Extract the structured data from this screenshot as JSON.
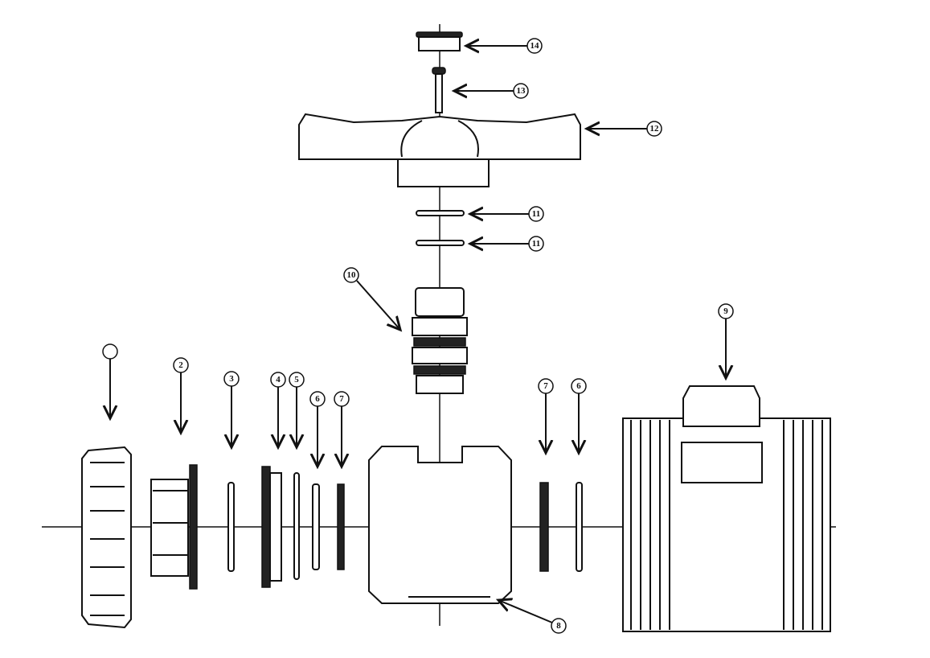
{
  "callouts": [
    {
      "id": "c1",
      "label": ""
    },
    {
      "id": "c2",
      "label": "2"
    },
    {
      "id": "c3",
      "label": "3"
    },
    {
      "id": "c4",
      "label": "4"
    },
    {
      "id": "c5",
      "label": "5"
    },
    {
      "id": "c6a",
      "label": "6"
    },
    {
      "id": "c7a",
      "label": "7"
    },
    {
      "id": "c7b",
      "label": "7"
    },
    {
      "id": "c6b",
      "label": "6"
    },
    {
      "id": "c8",
      "label": "8"
    },
    {
      "id": "c9",
      "label": "9"
    },
    {
      "id": "c10",
      "label": "10"
    },
    {
      "id": "c11a",
      "label": "11"
    },
    {
      "id": "c11b",
      "label": "11"
    },
    {
      "id": "c12",
      "label": "12"
    },
    {
      "id": "c13",
      "label": "13"
    },
    {
      "id": "c14",
      "label": "14"
    }
  ]
}
